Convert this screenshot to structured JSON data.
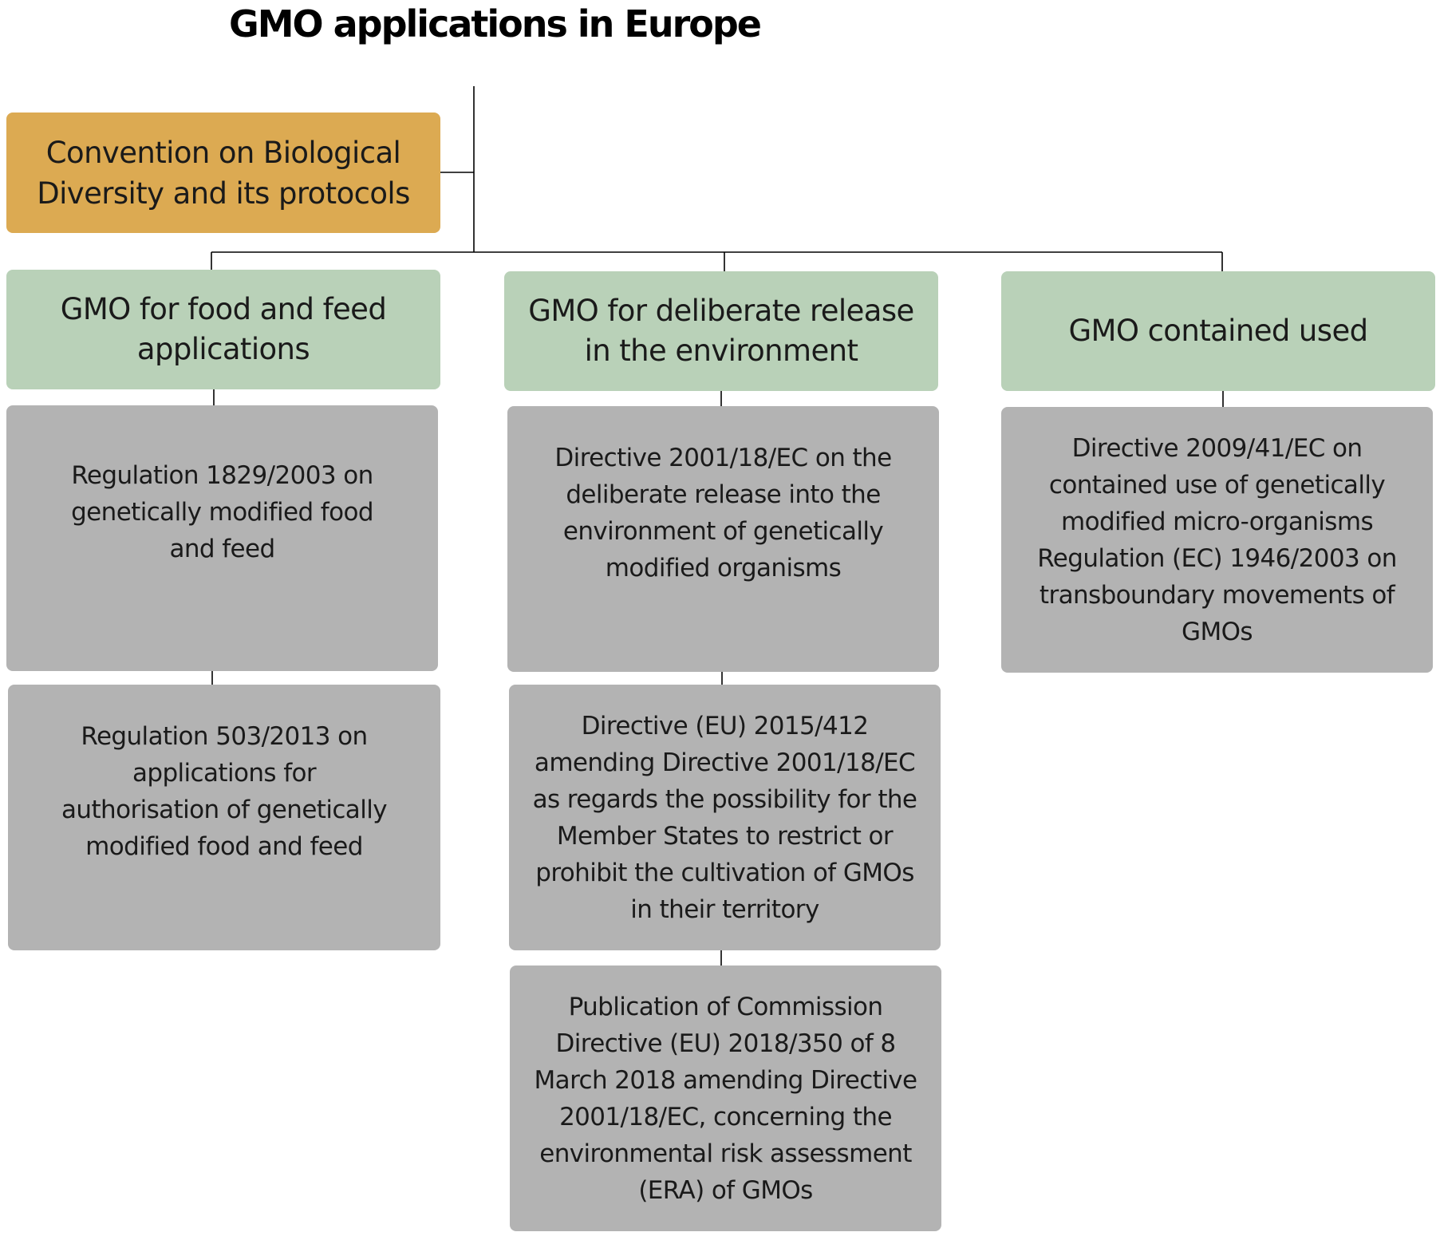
{
  "title": "GMO applications in Europe",
  "colors": {
    "root": "#dcaa52",
    "category": "#b9d1b8",
    "legislation": "#b3b3b3",
    "connector": "#000000"
  },
  "root": {
    "label": "Convention on Biological Diversity and its protocols"
  },
  "categories": [
    {
      "label": "GMO for food and feed applications",
      "legislation": [
        "Regulation 1829/2003 on genetically modified food and feed",
        "Regulation 503/2013 on applications for authorisation of genetically modified food and feed"
      ]
    },
    {
      "label": "GMO for deliberate release in the environment",
      "legislation": [
        "Directive 2001/18/EC on the deliberate release into the environment of genetically modified organisms",
        "Directive (EU) 2015/412 amending Directive 2001/18/EC as regards the possibility for the Member States to restrict or prohibit the cultivation of GMOs in their territory",
        "Publication of Commission Directive (EU) 2018/350 of 8 March 2018 amending Directive 2001/18/EC, concerning the environmental risk assessment (ERA) of GMOs"
      ]
    },
    {
      "label": "GMO contained used",
      "legislation": [
        "Directive 2009/41/EC on contained use of genetically modified micro-organisms Regulation (EC) 1946/2003 on transboundary movements of GMOs"
      ]
    }
  ]
}
